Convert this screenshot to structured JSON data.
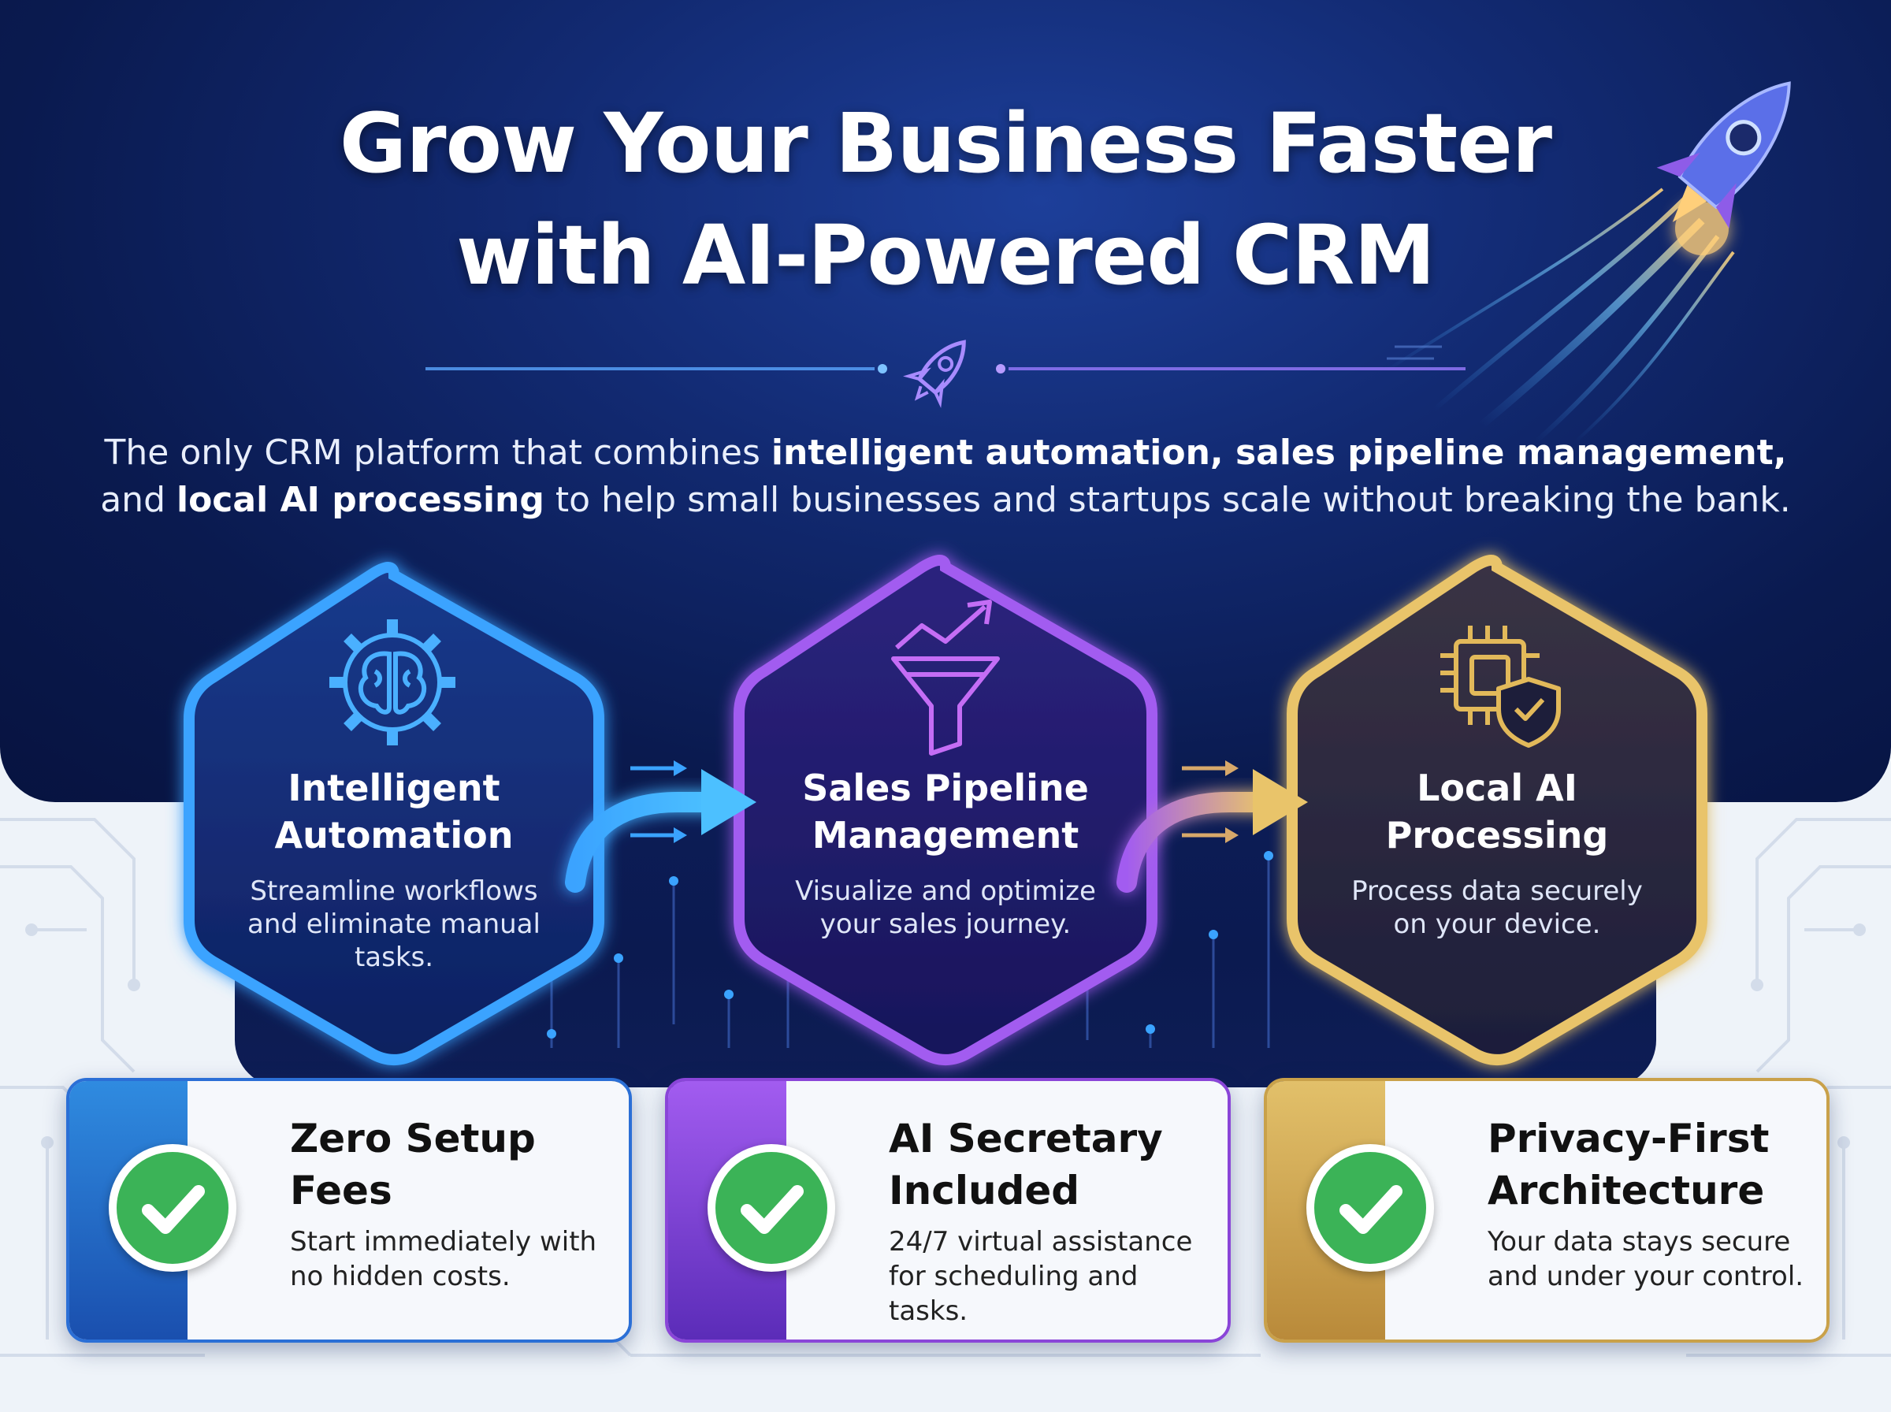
{
  "colors": {
    "hero_bg": "#0b1d5a",
    "blue_accent": "#3aa3ff",
    "purple_accent": "#b063ff",
    "gold_accent": "#e9c46a",
    "check_green": "#3bb357",
    "card_bg": "#f6f8fc"
  },
  "header": {
    "title_line1": "Grow Your Business Faster",
    "title_line2": "with AI-Powered CRM",
    "divider_icon": "rocket-icon",
    "decor_icon": "rocket-illustration"
  },
  "intro": {
    "line1_start": "The only CRM platform that combines ",
    "line1_bold": "intelligent automation, sales pipeline management,",
    "line2_start": "and ",
    "line2_bold": "local AI processing",
    "line2_end": " to help small businesses and startups scale without breaking the bank."
  },
  "features": [
    {
      "icon": "gear-brain-icon",
      "title_line1": "Intelligent",
      "title_line2": "Automation",
      "desc_line1": "Streamline workflows",
      "desc_line2": "and eliminate manual",
      "desc_line3": "tasks."
    },
    {
      "icon": "funnel-chart-icon",
      "title_line1": "Sales Pipeline",
      "title_line2": "Management",
      "desc_line1": "Visualize and optimize",
      "desc_line2": "your sales journey.",
      "desc_line3": ""
    },
    {
      "icon": "chip-shield-icon",
      "title_line1": "Local AI",
      "title_line2": "Processing",
      "desc_line1": "Process data securely",
      "desc_line2": "on your device.",
      "desc_line3": ""
    }
  ],
  "benefits": [
    {
      "icon": "checkmark-icon",
      "title_line1": "Zero Setup",
      "title_line2": "Fees",
      "desc_line1": "Start immediately with",
      "desc_line2": "no hidden costs."
    },
    {
      "icon": "checkmark-icon",
      "title_line1": "AI Secretary",
      "title_line2": "Included",
      "desc_line1": "24/7 virtual assistance",
      "desc_line2": "for scheduling and tasks."
    },
    {
      "icon": "checkmark-icon",
      "title_line1": "Privacy-First",
      "title_line2": "Architecture",
      "desc_line1": "Your data stays secure",
      "desc_line2": "and under your control."
    }
  ]
}
